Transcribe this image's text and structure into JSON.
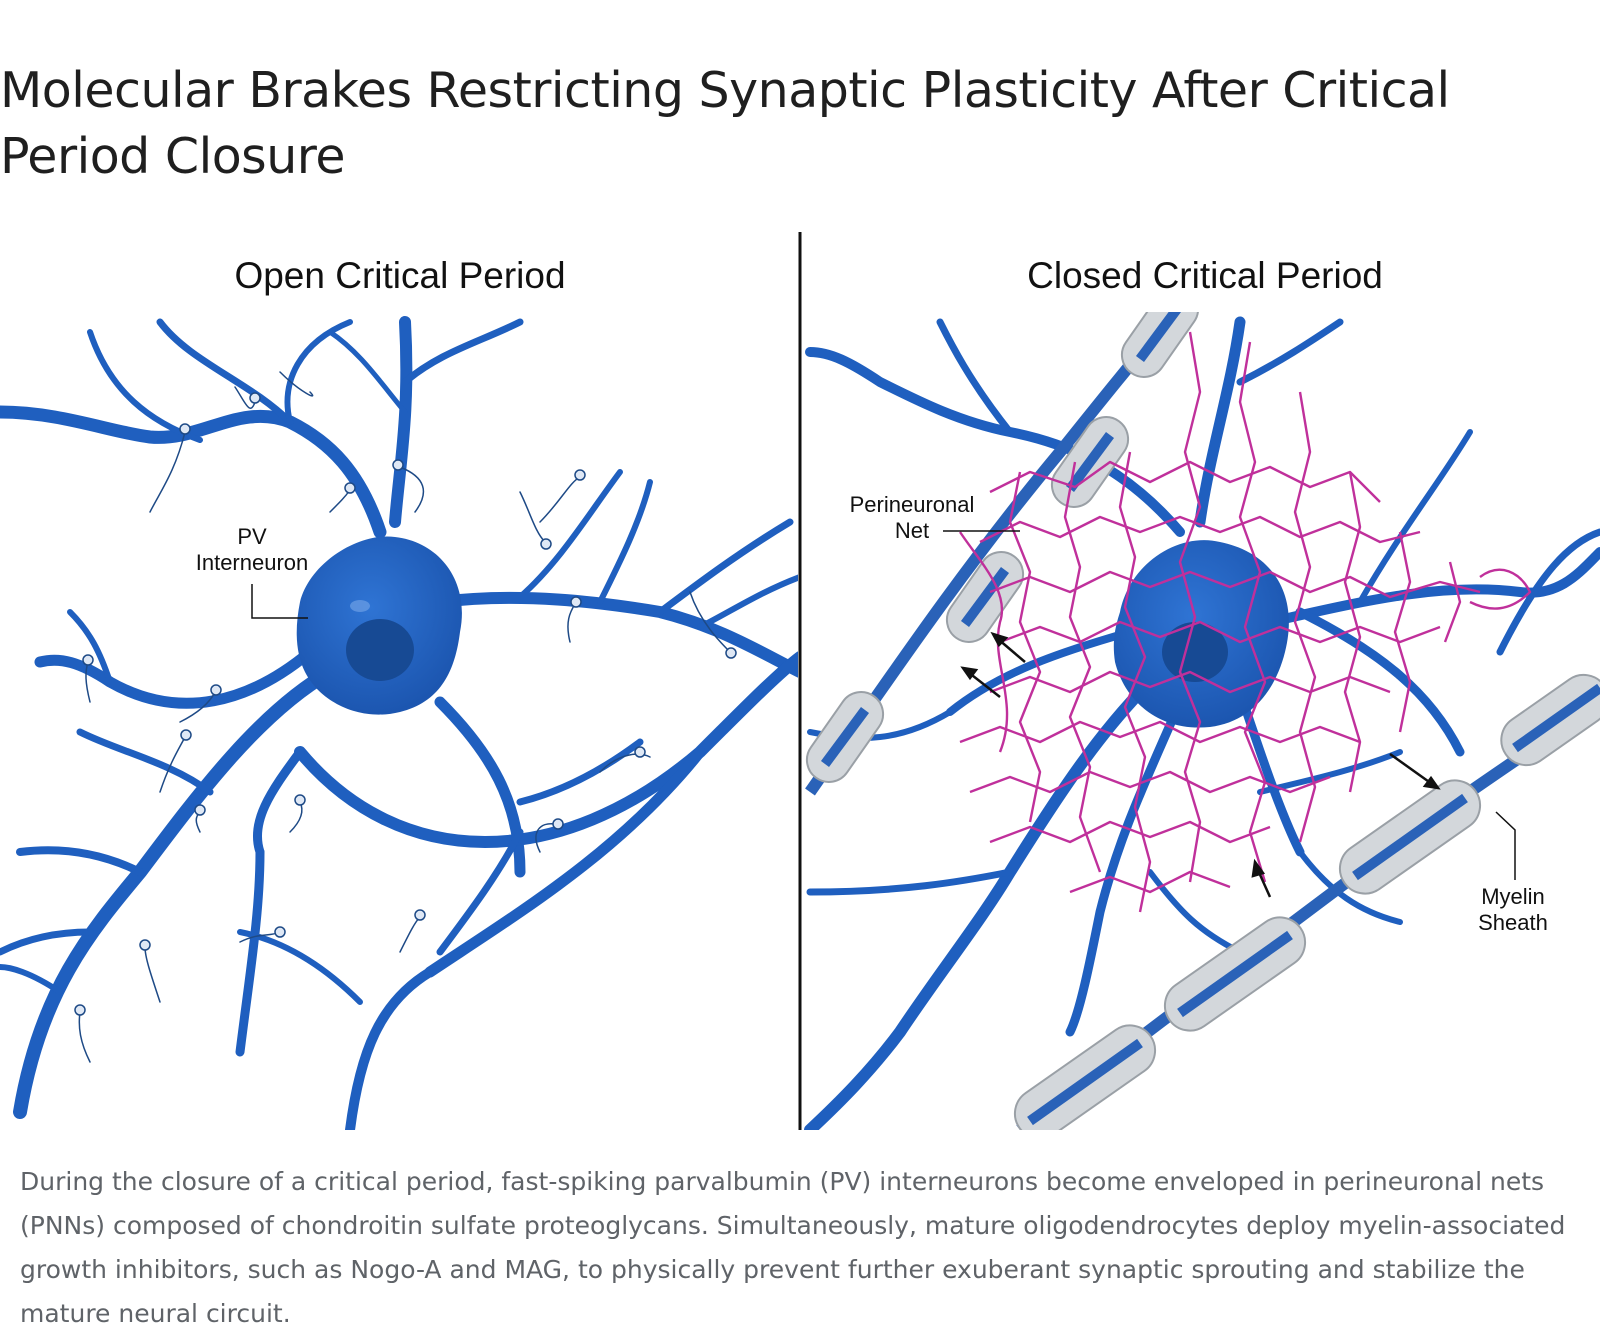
{
  "title": "Molecular Brakes Restricting Synaptic Plasticity After Critical Period Closure",
  "panels": {
    "left": {
      "title": "Open Critical Period",
      "label_pv": [
        "PV",
        "Interneuron"
      ]
    },
    "right": {
      "title": "Closed Critical Period",
      "label_pnn": [
        "Perineuronal",
        "Net"
      ],
      "label_myelin": [
        "Myelin",
        "Sheath"
      ]
    }
  },
  "caption": "During the closure of a critical period, fast-spiking parvalbumin (PV) interneurons become enveloped in perineuronal nets (PNNs) composed of chondroitin sulfate proteoglycans. Simultaneously, mature oligodendrocytes deploy myelin-associated growth inhibitors, such as Nogo-A and MAG, to physically prevent further exuberant synaptic sprouting and stabilize the mature neural circuit.",
  "colors": {
    "neuron": "#1f5fbf",
    "nucleus": "#174a94",
    "net": "#c0309b",
    "myelin": "#c9cdd2",
    "text": "#1f1f1f",
    "caption": "#5f6368"
  }
}
